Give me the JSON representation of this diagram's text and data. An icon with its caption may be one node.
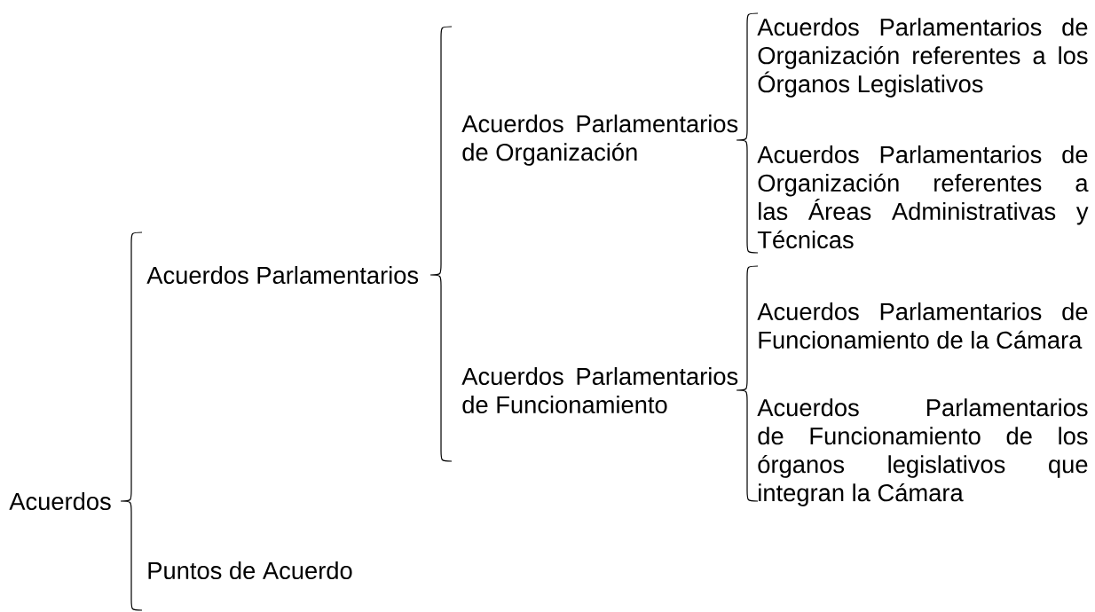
{
  "diagram": {
    "nodes": [
      {
        "text": [
          "Acuerdos"
        ]
      },
      {
        "text": [
          "Acuerdos Parlamentarios"
        ]
      },
      {
        "text": [
          "Puntos de Acuerdo"
        ]
      },
      {
        "text": [
          "Acuerdos Parlamentarios de Organización"
        ]
      },
      {
        "text": [
          "Acuerdos Parlamentarios de Funcionamiento"
        ]
      },
      {
        "text": [
          "Acuerdos Parlamentarios de Organización referentes a los Órganos Legislativos"
        ]
      },
      {
        "text": [
          "Acuerdos Parlamentarios de Organización referentes a las Áreas Administrativas y Técnicas"
        ]
      },
      {
        "text": [
          "Acuerdos Parlamentarios de Funcionamiento de la Cámara"
        ]
      },
      {
        "text": [
          "Acuerdos Parlamentarios de Funcionamiento de los órganos legislativos que integran la Cámara"
        ]
      }
    ]
  }
}
